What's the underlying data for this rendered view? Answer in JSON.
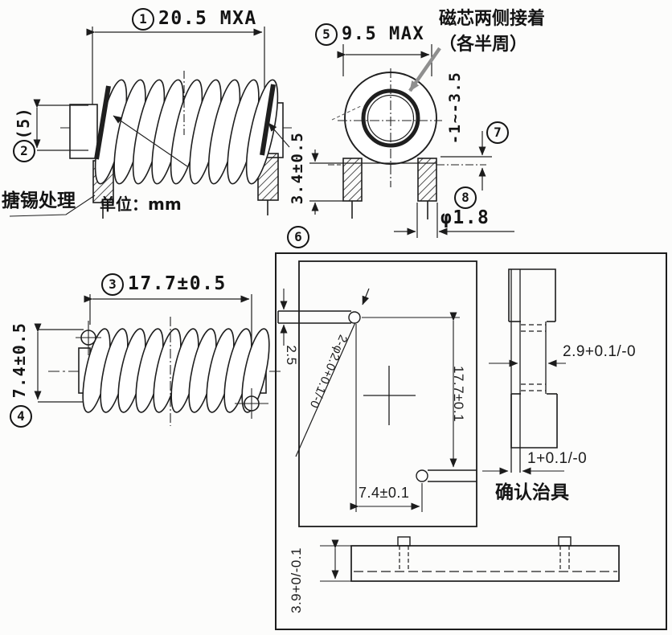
{
  "drawing": {
    "unit_label": "单位：mm",
    "side_view": {
      "num1": "1",
      "dim1": "20.5 MXA",
      "num2": "2",
      "dim2": "(5)",
      "tinning_label": "搪锡处理"
    },
    "front_view": {
      "num5": "5",
      "dim5": "9.5 MAX",
      "num6": "6",
      "dim6": "3.4±0.5",
      "num7": "7",
      "dim7": "-1~-3.5",
      "num8": "8",
      "dim8": "φ1.8",
      "core_bond_label_line1": "磁芯两侧接着",
      "core_bond_label_line2": "（各半周）"
    },
    "top_view": {
      "num3": "3",
      "dim3": "17.7±0.5",
      "num4": "4",
      "dim4": "7.4±0.5"
    },
    "fixture_view": {
      "pin_wire_dia": "2.5",
      "holes": "2-φ2.0+0.1/-0",
      "hole_pitch_vertical": "17.7±0.1",
      "hole_pitch_horizontal": "7.4±0.1",
      "slot_width": "2.9+0.1/-0",
      "plate_tab_thickness": "1+0.1/-0",
      "bar_thickness": "3.9+0/-0.1",
      "fixture_label": "确认治具"
    }
  }
}
